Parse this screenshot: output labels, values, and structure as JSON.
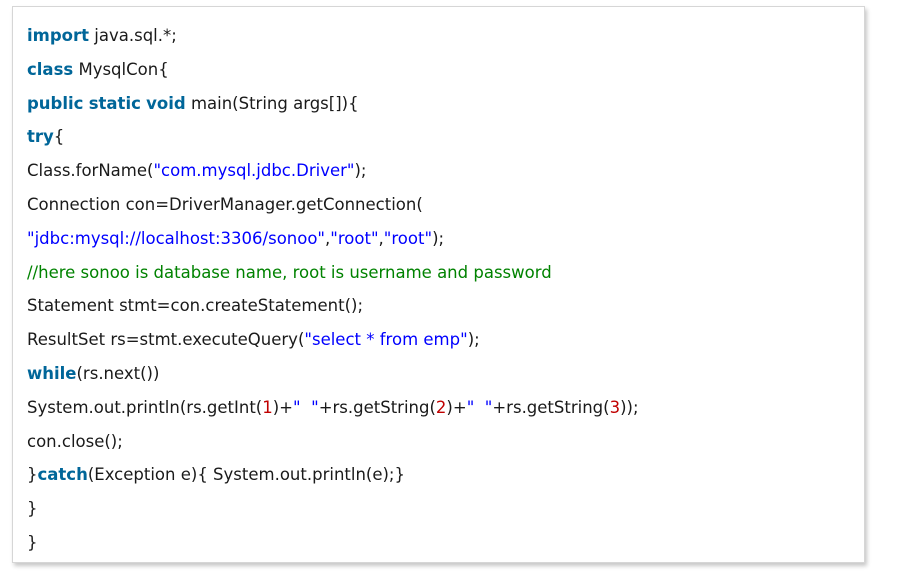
{
  "code_block": {
    "language": "java",
    "colors": {
      "keyword": "#006699",
      "string": "#0000ff",
      "comment": "#008200",
      "number": "#c00000",
      "plain": "#1a1a1a"
    },
    "lines": [
      [
        {
          "t": "keyword",
          "s": "import"
        },
        {
          "t": "plain",
          "s": " java.sql.*;"
        }
      ],
      [
        {
          "t": "keyword",
          "s": "class"
        },
        {
          "t": "plain",
          "s": " MysqlCon{"
        }
      ],
      [
        {
          "t": "keyword",
          "s": "public"
        },
        {
          "t": "plain",
          "s": " "
        },
        {
          "t": "keyword",
          "s": "static"
        },
        {
          "t": "plain",
          "s": " "
        },
        {
          "t": "keyword",
          "s": "void"
        },
        {
          "t": "plain",
          "s": " main(String args[]){"
        }
      ],
      [
        {
          "t": "keyword",
          "s": "try"
        },
        {
          "t": "plain",
          "s": "{"
        }
      ],
      [
        {
          "t": "plain",
          "s": "Class.forName("
        },
        {
          "t": "string",
          "s": "\"com.mysql.jdbc.Driver\""
        },
        {
          "t": "plain",
          "s": ");"
        }
      ],
      [
        {
          "t": "plain",
          "s": "Connection con=DriverManager.getConnection("
        }
      ],
      [
        {
          "t": "string",
          "s": "\"jdbc:mysql://localhost:3306/sonoo\""
        },
        {
          "t": "plain",
          "s": ","
        },
        {
          "t": "string",
          "s": "\"root\""
        },
        {
          "t": "plain",
          "s": ","
        },
        {
          "t": "string",
          "s": "\"root\""
        },
        {
          "t": "plain",
          "s": ");"
        }
      ],
      [
        {
          "t": "comment",
          "s": "//here sonoo is database name, root is username and password"
        }
      ],
      [
        {
          "t": "plain",
          "s": "Statement stmt=con.createStatement();"
        }
      ],
      [
        {
          "t": "plain",
          "s": "ResultSet rs=stmt.executeQuery("
        },
        {
          "t": "string",
          "s": "\"select * from emp\""
        },
        {
          "t": "plain",
          "s": ");"
        }
      ],
      [
        {
          "t": "keyword",
          "s": "while"
        },
        {
          "t": "plain",
          "s": "(rs.next())"
        }
      ],
      [
        {
          "t": "plain",
          "s": "System.out.println(rs.getInt("
        },
        {
          "t": "number",
          "s": "1"
        },
        {
          "t": "plain",
          "s": ")+"
        },
        {
          "t": "string",
          "s": "\"  \""
        },
        {
          "t": "plain",
          "s": "+rs.getString("
        },
        {
          "t": "number",
          "s": "2"
        },
        {
          "t": "plain",
          "s": ")+"
        },
        {
          "t": "string",
          "s": "\"  \""
        },
        {
          "t": "plain",
          "s": "+rs.getString("
        },
        {
          "t": "number",
          "s": "3"
        },
        {
          "t": "plain",
          "s": "));"
        }
      ],
      [
        {
          "t": "plain",
          "s": "con.close();"
        }
      ],
      [
        {
          "t": "plain",
          "s": "}"
        },
        {
          "t": "keyword",
          "s": "catch"
        },
        {
          "t": "plain",
          "s": "(Exception e){ System.out.println(e);}"
        }
      ],
      [
        {
          "t": "plain",
          "s": "}"
        }
      ],
      [
        {
          "t": "plain",
          "s": "}"
        }
      ]
    ]
  }
}
